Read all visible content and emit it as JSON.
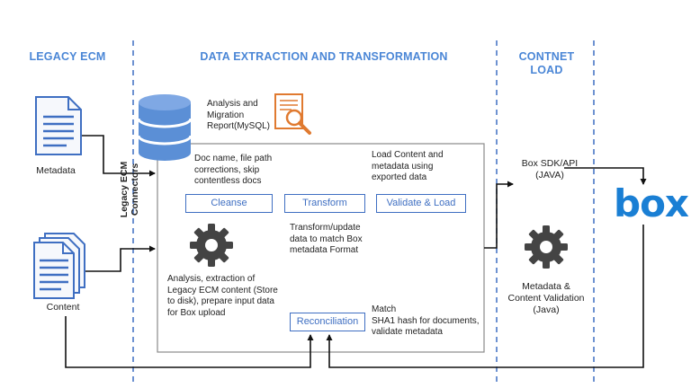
{
  "headers": {
    "legacy": "LEGACY ECM",
    "extraction": "DATA EXTRACTION AND TRANSFORMATION",
    "content_load_line1": "CONTNET",
    "content_load_line2": "LOAD"
  },
  "left": {
    "metadata_label": "Metadata",
    "content_label": "Content",
    "connectors_line1": "Legacy ECM",
    "connectors_line2": "Connectors"
  },
  "top": {
    "report_line1": "Analysis and",
    "report_line2": "Migration",
    "report_line3": "Report(MySQL)",
    "docname_line1": "Doc name, file path",
    "docname_line2": "corrections, skip",
    "docname_line3": "contentless docs",
    "load_line1": "Load Content and",
    "load_line2": "metadata using",
    "load_line3": "exported data"
  },
  "steps": {
    "cleanse": "Cleanse",
    "transform": "Transform",
    "validate": "Validate & Load",
    "reconciliation": "Reconciliation"
  },
  "notes": {
    "transform_line1": "Transform/update",
    "transform_line2": "data to match Box",
    "transform_line3": "metadata Format",
    "analysis_line1": "Analysis, extraction of",
    "analysis_line2": "Legacy ECM content (Store",
    "analysis_line3": "to disk), prepare input data",
    "analysis_line4": "for Box upload",
    "match_line1": "Match",
    "match_line2": "SHA1 hash for documents,",
    "match_line3": "validate metadata"
  },
  "right": {
    "sdk_line1": "Box SDK/API",
    "sdk_line2": "(JAVA)",
    "val_line1": "Metadata &",
    "val_line2": "Content Validation",
    "val_line3": "(Java)",
    "logo": "box"
  },
  "icons": [
    "document-icon",
    "stacked-documents-icon",
    "database-icon",
    "report-magnifier-icon",
    "gear-icon"
  ],
  "colors": {
    "header": "#4a86d6",
    "step_border": "#3f6fc2",
    "box_logo": "#1a7fd4",
    "report_icon": "#e07a30"
  }
}
